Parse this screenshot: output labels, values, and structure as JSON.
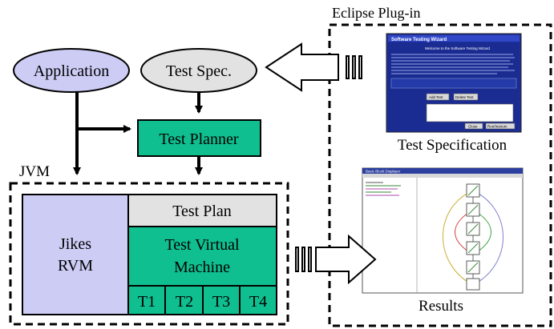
{
  "nodes": {
    "application": "Application",
    "test_spec": "Test Spec.",
    "test_planner": "Test Planner",
    "jvm_label": "JVM",
    "jikes_rvm_line1": "Jikes",
    "jikes_rvm_line2": "RVM",
    "test_plan": "Test Plan",
    "tvm_line1": "Test Virtual",
    "tvm_line2": "Machine",
    "threads": [
      "T1",
      "T2",
      "T3",
      "T4"
    ]
  },
  "eclipse": {
    "title": "Eclipse Plug-in",
    "spec_caption": "Test Specification",
    "results_caption": "Results",
    "wizard": {
      "title": "Software Testing Wizard",
      "welcome": "Welcome to the Software Testing Wizard",
      "add_button": "Add Test",
      "delete_button": "Delete Test",
      "close_button": "Close",
      "run_button": "Run/Instrum"
    },
    "viewer": {
      "title": "Basic Block Displayer"
    }
  },
  "colors": {
    "application_fill": "#ccccf5",
    "test_spec_fill": "#e2e2e2",
    "planner_fill": "#0fbf8f",
    "jikes_fill": "#ccccf5",
    "test_plan_fill": "#e2e2e2",
    "tvm_fill": "#0fbf8f",
    "wizard_blue": "#1d2f9a",
    "stroke": "#000000"
  }
}
